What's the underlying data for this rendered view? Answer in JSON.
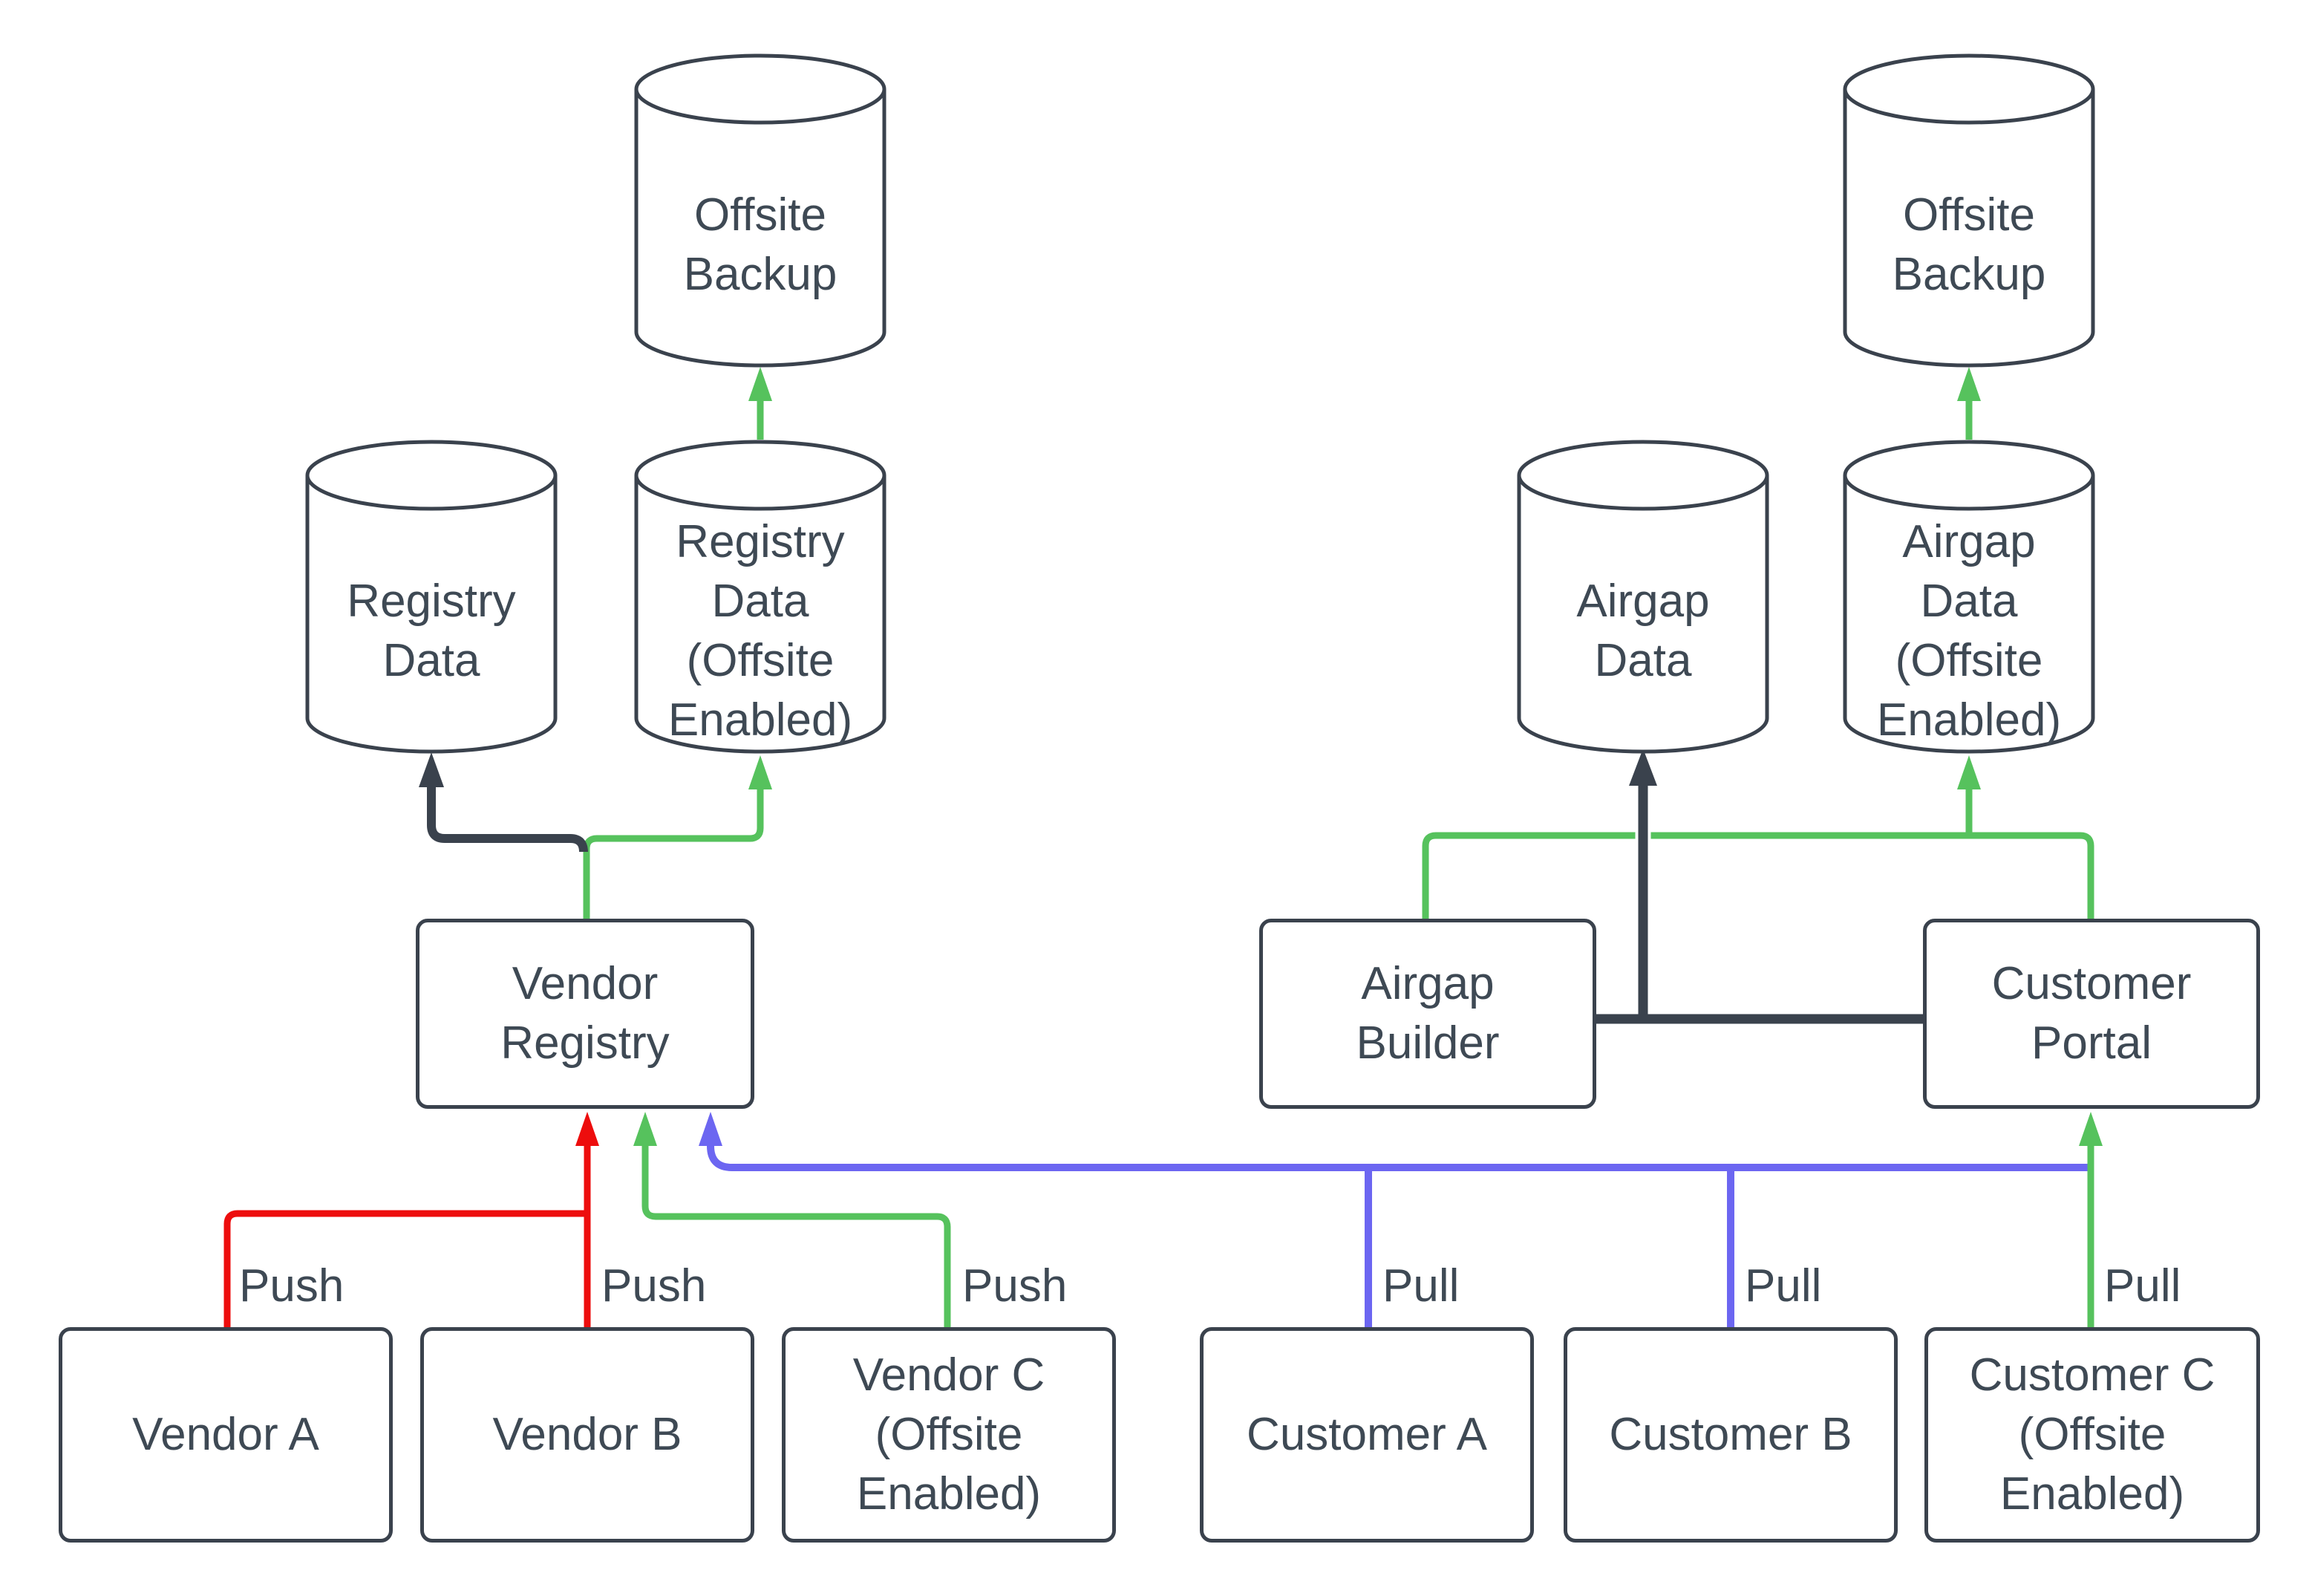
{
  "colors": {
    "background": "#ffffff",
    "node_stroke": "#3A424D",
    "text": "#3E4954",
    "push_red": "#ED0D0D",
    "offsite_green": "#56C25D",
    "pull_blue": "#6C66F1",
    "line_dark": "#3A424D"
  },
  "nodes": {
    "offsite_backup_left": "Offsite\nBackup",
    "offsite_backup_right": "Offsite\nBackup",
    "registry_data": "Registry\nData",
    "registry_data_offsite": "Registry\nData\n(Offsite\nEnabled)",
    "airgap_data": "Airgap\nData",
    "airgap_data_offsite": "Airgap\nData\n(Offsite\nEnabled)",
    "vendor_registry": "Vendor\nRegistry",
    "airgap_builder": "Airgap\nBuilder",
    "customer_portal": "Customer\nPortal",
    "vendor_a": "Vendor A",
    "vendor_b": "Vendor B",
    "vendor_c": "Vendor C\n(Offsite\nEnabled)",
    "customer_a": "Customer A",
    "customer_b": "Customer B",
    "customer_c": "Customer C\n(Offsite\nEnabled)"
  },
  "edge_labels": {
    "push_vendor_a": "Push",
    "push_vendor_b": "Push",
    "push_vendor_c": "Push",
    "pull_customer_a": "Pull",
    "pull_customer_b": "Pull",
    "pull_customer_c": "Pull"
  }
}
